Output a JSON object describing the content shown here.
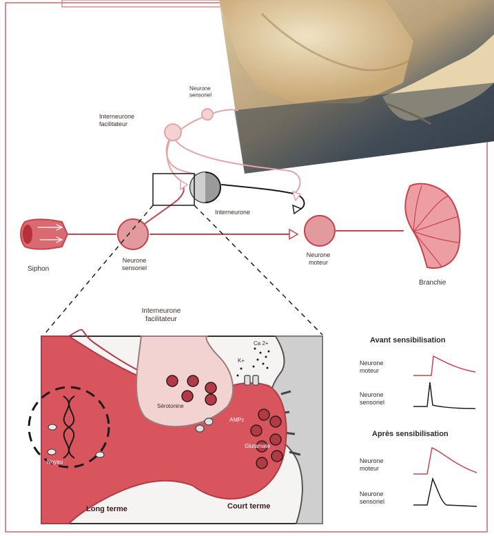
{
  "circuit": {
    "interneurone_facilitateur_top": "Interneurone\nfacilitateur",
    "neurone_sensoriel_top": "Neurone\nsensoriel",
    "interneurone": "Interneurone",
    "siphon": "Siphon",
    "neurone_sensoriel": "Neurone\nsensoriel",
    "neurone_moteur": "Neurone\nmoteur",
    "branchie": "Branchie"
  },
  "synapse": {
    "interneurone_facilitateur": "Interneurone\nfacilitateur",
    "ca": "Ca 2+",
    "k": "K+",
    "serotonine": "Sérotonine",
    "ampc": "AMPc",
    "glutamate": "Glutamate",
    "noyau": "Noyau",
    "long_terme": "Long terme",
    "court_terme": "Court terme"
  },
  "traces": {
    "avant_title": "Avant sensibilisation",
    "apres_title": "Après sensibilisation",
    "avant_moteur": "Neurone\nmoteur",
    "avant_sensoriel": "Neurone\nsensoriel",
    "apres_moteur": "Neurone\nmoteur",
    "apres_sensoriel": "Neurone\nsensoriel"
  },
  "colors": {
    "red": "#c8424c",
    "pink": "#e4a4a8",
    "lightpink": "#f3d2d2",
    "dark": "#1a1a1a",
    "grey": "#8f8f8f"
  }
}
